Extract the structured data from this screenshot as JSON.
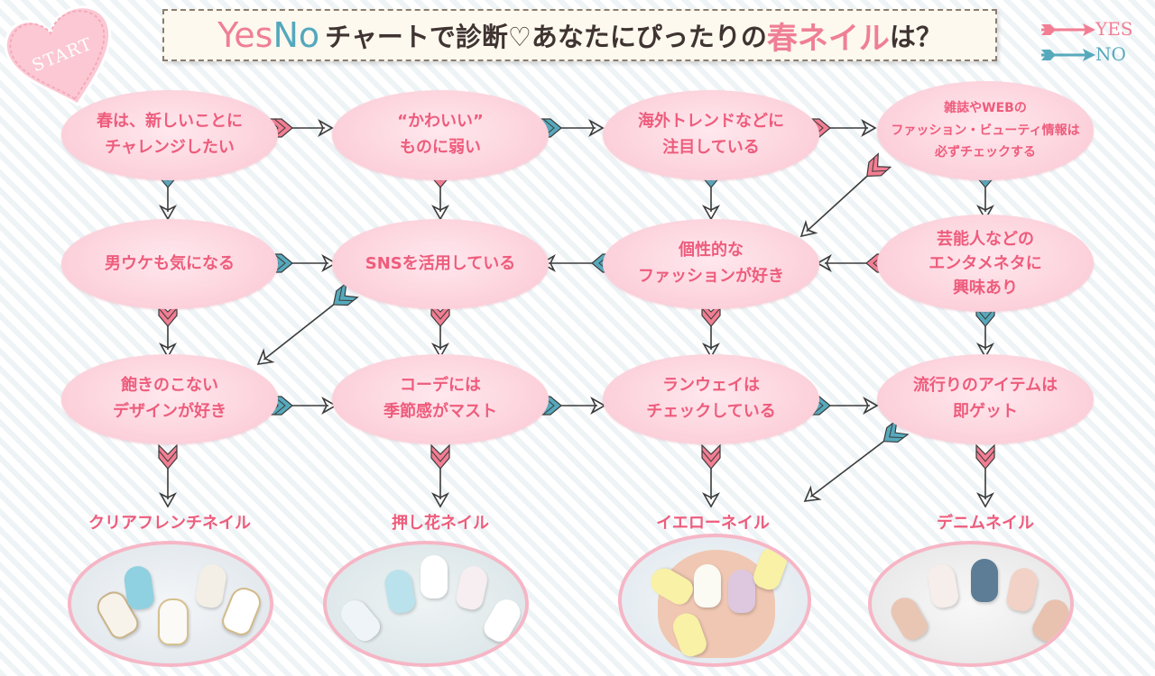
{
  "title": {
    "yes": "Yes",
    "no": "No",
    "part1": "チャートで診断♡あなたにぴったりの",
    "spring": "春ネイル",
    "part2": "は？"
  },
  "start": "START",
  "legend": {
    "yes": "YES",
    "no": "NO"
  },
  "colors": {
    "yes": "#f27e93",
    "no": "#56a9bc",
    "node_text": "#ee5c7c"
  },
  "questions": [
    "春は、新しいことに\nチャレンジしたい",
    "“かわいい”\nものに弱い",
    "海外トレンドなどに\n注目している",
    "雑誌やWEBの\nファッション・ビューティ情報は\n必ずチェックする",
    "男ウケも気になる",
    "SNSを活用している",
    "個性的な\nファッションが好き",
    "芸能人などの\nエンタメネタに\n興味あり",
    "飽きのこない\nデザインが好き",
    "コーデには\n季節感がマスト",
    "ランウェイは\nチェックしている",
    "流行りのアイテムは\n即ゲット"
  ],
  "results": [
    {
      "name": "クリアフレンチネイル"
    },
    {
      "name": "押し花ネイル"
    },
    {
      "name": "イエローネイル"
    },
    {
      "name": "デニムネイル"
    }
  ]
}
